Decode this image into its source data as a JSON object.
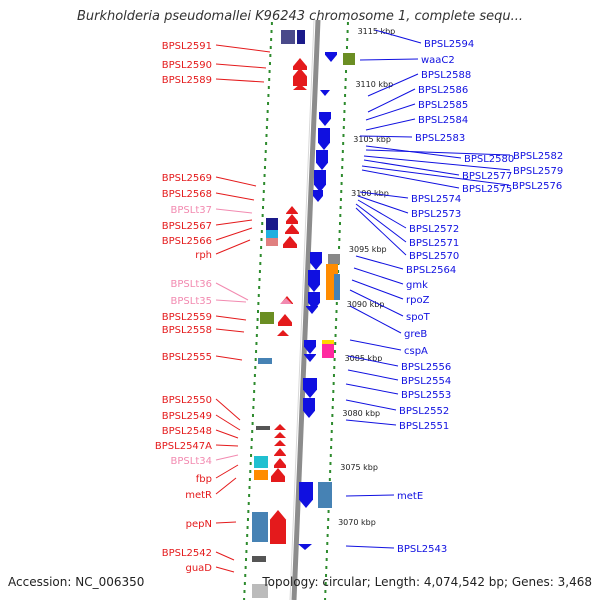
{
  "title": "Burkholderia pseudomallei K96243 chromosome 1, complete sequ...",
  "footer": {
    "accession": "Accession: NC_006350",
    "summary": "Topology: circular; Length: 4,074,542 bp; Genes: 3,468"
  },
  "colors": {
    "forward_gene": "#e41a1c",
    "reverse_gene": "#1010e0",
    "trna": "#f28ab0",
    "backbone": "#8c8c8c",
    "tick_dots": "#2e8b2e"
  },
  "kbp_marks": [
    "3115 kbp",
    "3110 kbp",
    "3105 kbp",
    "3100 kbp",
    "3095 kbp",
    "3090 kbp",
    "3085 kbp",
    "3080 kbp",
    "3075 kbp",
    "3070 kbp"
  ],
  "left_labels": [
    {
      "text": "BPSL2591",
      "kind": "gene"
    },
    {
      "text": "BPSL2590",
      "kind": "gene"
    },
    {
      "text": "BPSL2589",
      "kind": "gene"
    },
    {
      "text": "BPSL2569",
      "kind": "gene"
    },
    {
      "text": "BPSL2568",
      "kind": "gene"
    },
    {
      "text": "BPSLt37",
      "kind": "trna"
    },
    {
      "text": "BPSL2567",
      "kind": "gene"
    },
    {
      "text": "BPSL2566",
      "kind": "gene"
    },
    {
      "text": "rph",
      "kind": "gene"
    },
    {
      "text": "BPSLt36",
      "kind": "trna"
    },
    {
      "text": "BPSLt35",
      "kind": "trna"
    },
    {
      "text": "BPSL2559",
      "kind": "gene"
    },
    {
      "text": "BPSL2558",
      "kind": "gene"
    },
    {
      "text": "BPSL2555",
      "kind": "gene"
    },
    {
      "text": "BPSL2550",
      "kind": "gene"
    },
    {
      "text": "BPSL2549",
      "kind": "gene"
    },
    {
      "text": "BPSL2548",
      "kind": "gene"
    },
    {
      "text": "BPSL2547A",
      "kind": "gene"
    },
    {
      "text": "BPSLt34",
      "kind": "trna"
    },
    {
      "text": "fbp",
      "kind": "gene"
    },
    {
      "text": "metR",
      "kind": "gene"
    },
    {
      "text": "pepN",
      "kind": "gene"
    },
    {
      "text": "BPSL2542",
      "kind": "gene"
    },
    {
      "text": "guaD",
      "kind": "gene"
    }
  ],
  "right_labels": [
    "BPSL2594",
    "waaC2",
    "BPSL2588",
    "BPSL2586",
    "BPSL2585",
    "BPSL2584",
    "BPSL2583",
    "BPSL2580",
    "BPSL2582",
    "BPSL2579",
    "BPSL2577",
    "BPSL2576",
    "BPSL2575",
    "BPSL2574",
    "BPSL2573",
    "BPSL2572",
    "BPSL2571",
    "BPSL2570",
    "BPSL2564",
    "gmk",
    "rpoZ",
    "spoT",
    "greB",
    "cspA",
    "BPSL2556",
    "BPSL2554",
    "BPSL2553",
    "BPSL2552",
    "BPSL2551",
    "metE",
    "BPSL2543"
  ]
}
